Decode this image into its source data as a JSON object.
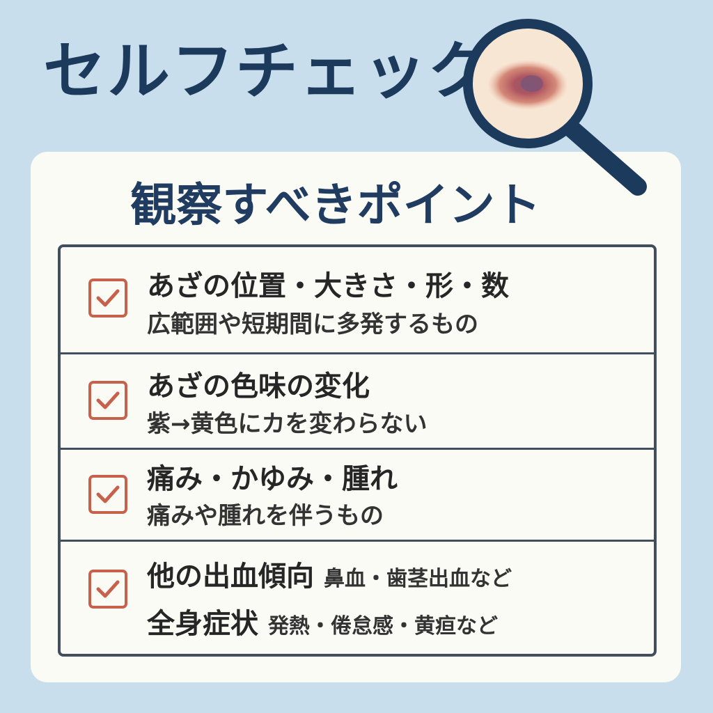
{
  "header": {
    "title": "セルフチェック"
  },
  "card": {
    "subtitle": "観察すべきポイント"
  },
  "checklist": {
    "items": [
      {
        "heading": "あざの位置・大きさ・形・数",
        "detail": "広範囲や短期間に多発するもの"
      },
      {
        "heading": "あざの色味の変化",
        "detail": "紫→黄色にカを変わらない"
      },
      {
        "heading": "痛み・かゆみ・腫れ",
        "detail": "痛みや腫れを伴うもの"
      },
      {
        "heading": "他の出血傾向",
        "heading_detail": "鼻血・歯茎出血など",
        "heading2": "全身症状",
        "heading2_detail": "発熱・倦怠感・黄疸など"
      }
    ]
  },
  "icons": {
    "header_icon": "magnifying-glass-icon",
    "item_icon": "checkbox-checked-icon"
  },
  "colors": {
    "background": "#c9deec",
    "card": "#fbfbf6",
    "title": "#1c3a5c",
    "border": "#404e5e",
    "check": "#c8614c",
    "bruise": "#b85566"
  }
}
